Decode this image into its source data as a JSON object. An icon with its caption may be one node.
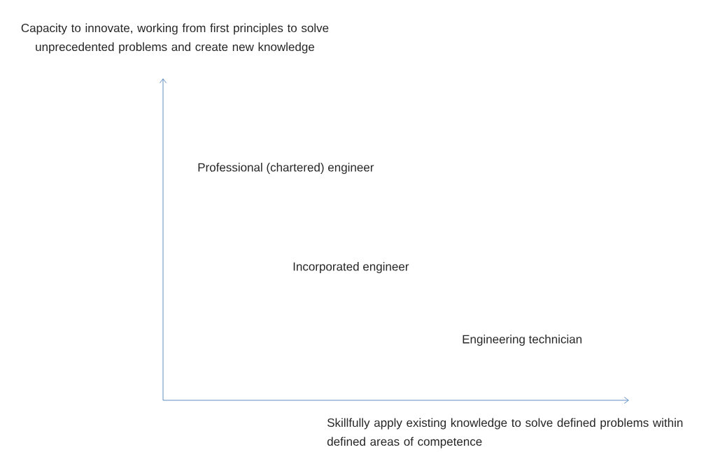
{
  "diagram": {
    "labels": [
      "Capacity to innovate, working from first principles to solve unprecedented problems and create new knowledge",
      "Professional (chartered) engineer",
      "Incorporated engineer",
      "Engineering technician",
      "Skillfully apply existing knowledge to solve defined problems within defined areas of competence"
    ]
  }
}
